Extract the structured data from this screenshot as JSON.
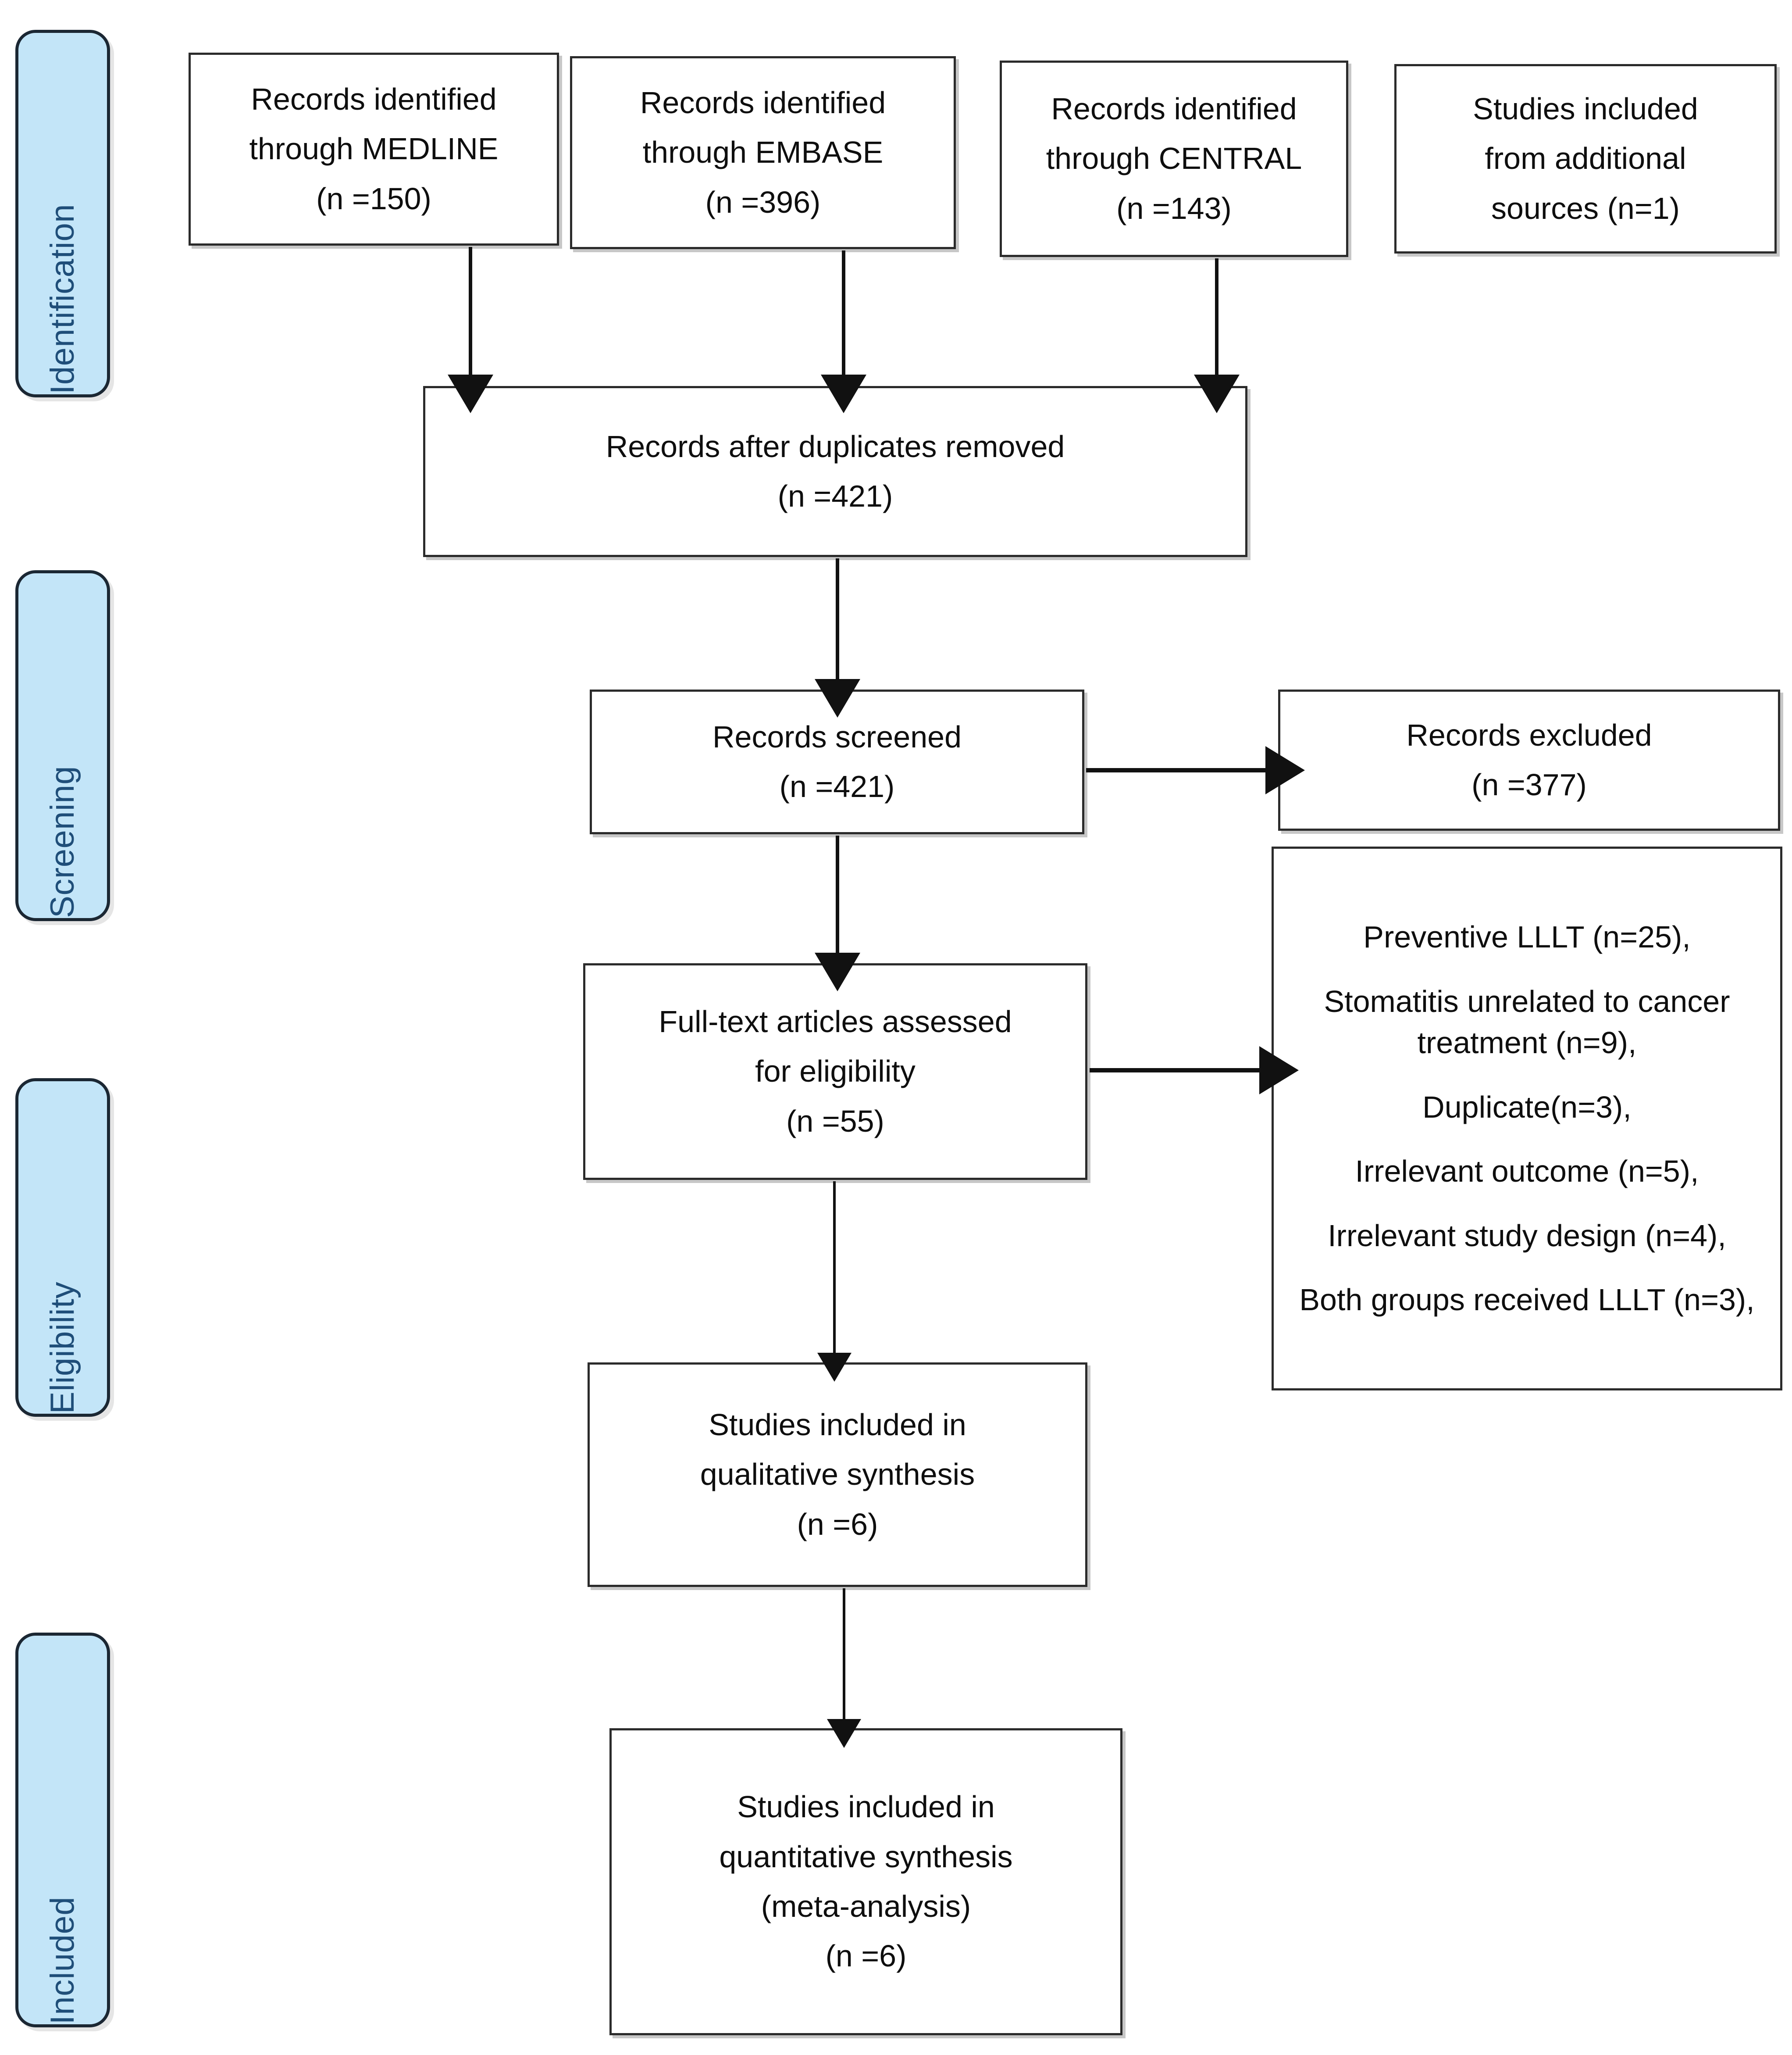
{
  "diagram": {
    "title": "PRISMA flow diagram",
    "colors": {
      "stage_pill_fill": "#c3e5f8",
      "stage_pill_border": "#1b2733",
      "stage_pill_text": "#1f4e79",
      "node_border": "#2b2b2b",
      "node_fill": "#ffffff",
      "connector": "#111111"
    }
  },
  "stages": [
    {
      "label": "Identification"
    },
    {
      "label": "Screening"
    },
    {
      "label": "Eligibility"
    },
    {
      "label": "Included"
    }
  ],
  "sources": [
    {
      "line1": "Records identified",
      "line2": "through MEDLINE",
      "line3": "(n =150)"
    },
    {
      "line1": "Records identified",
      "line2": "through EMBASE",
      "line3": "(n =396)"
    },
    {
      "line1": "Records identified",
      "line2": "through CENTRAL",
      "line3": "(n =143)"
    },
    {
      "line1": "Studies included",
      "line2": "from additional",
      "line3": "sources (n=1)"
    }
  ],
  "duplicates": {
    "line1": "Records after duplicates removed",
    "line2": "(n =421)"
  },
  "screened": {
    "line1": "Records screened",
    "line2": "(n =421)"
  },
  "excluded": {
    "line1": "Records excluded",
    "line2": "(n =377)"
  },
  "fulltext": {
    "line1": "Full-text articles assessed",
    "line2": "for eligibility",
    "line3": "(n =55)"
  },
  "exclusion_reasons": [
    "Preventive LLLT (n=25),",
    "Stomatitis unrelated to cancer treatment (n=9),",
    "Duplicate(n=3),",
    "Irrelevant outcome (n=5),",
    "Irrelevant study design (n=4),",
    "Both groups received LLLT (n=3),"
  ],
  "qualitative": {
    "line1": "Studies included in",
    "line2": "qualitative synthesis",
    "line3": "(n =6)"
  },
  "quantitative": {
    "line1": "Studies included in",
    "line2": "quantitative synthesis",
    "line3": "(meta-analysis)",
    "line4": "(n =6)"
  }
}
